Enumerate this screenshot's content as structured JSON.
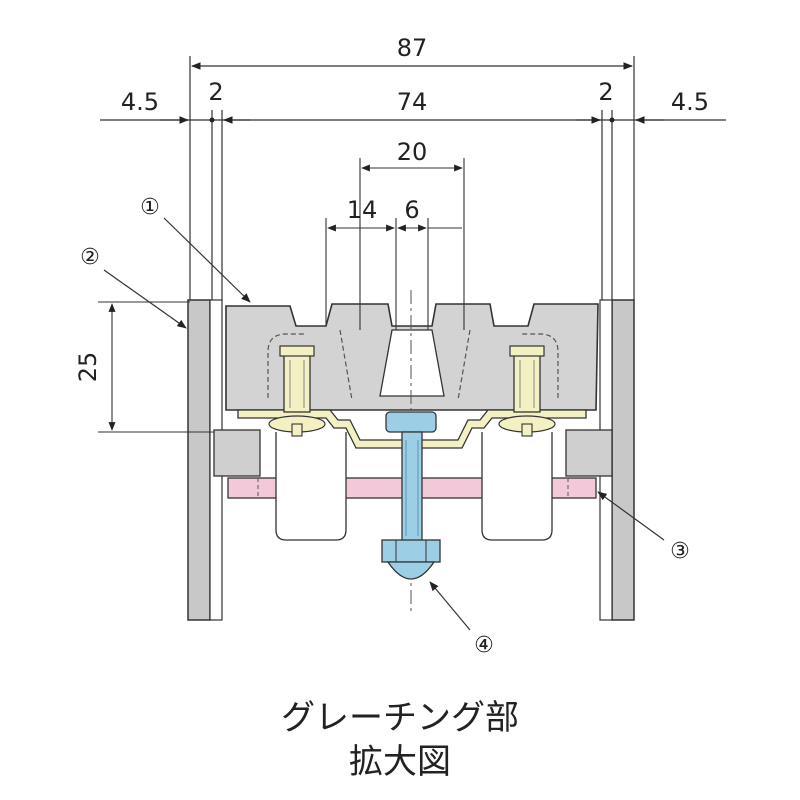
{
  "dimensions": {
    "overall": "87",
    "left_margin": "4.5",
    "left_gap": "2",
    "inner": "74",
    "right_gap": "2",
    "right_margin": "4.5",
    "bolt_span": "20",
    "pitch": "14",
    "offset": "6",
    "height": "25"
  },
  "callouts": {
    "c1": "①",
    "c2": "②",
    "c3": "③",
    "c4": "④"
  },
  "caption": {
    "line1": "グレーチング部",
    "line2": "拡大図"
  },
  "colors": {
    "steel_gray": "#d2d2d2",
    "frame_gray": "#c8c8c8",
    "pink_plate": "#f3c9d9",
    "yellow_bracket": "#f3f0c4",
    "blue_bolt": "#9ccfe6",
    "line": "#333333"
  }
}
